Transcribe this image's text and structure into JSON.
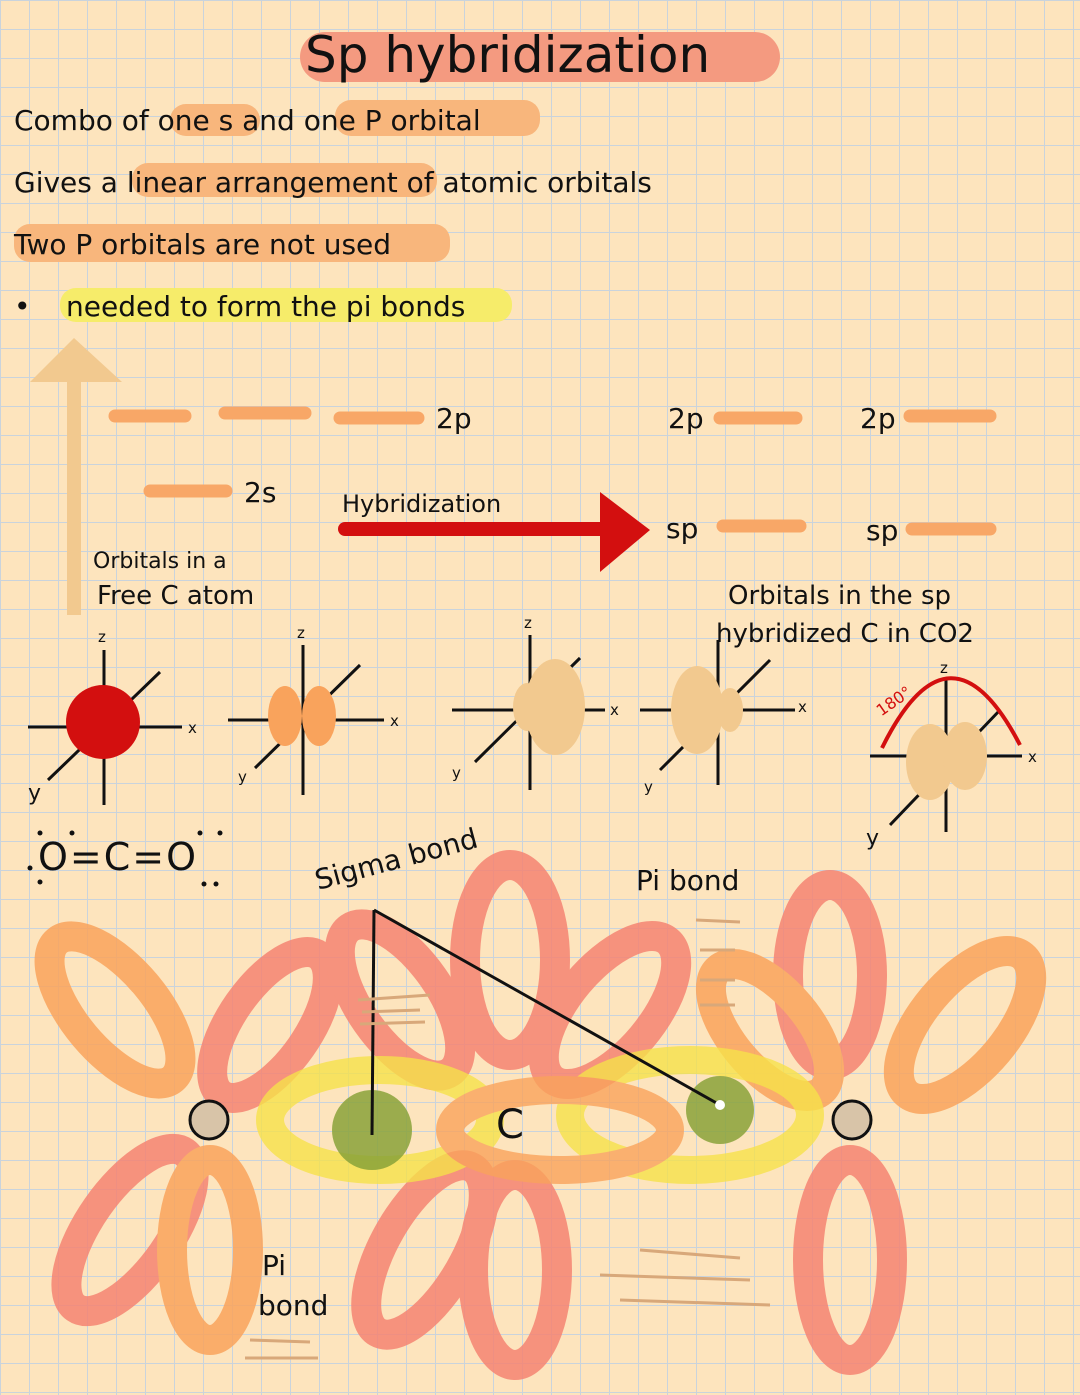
{
  "title": "Sp hybridization",
  "notes": [
    "Combo of one s and one P orbital",
    "Gives a linear arrangement of atomic orbitals",
    "Two P orbitals are not used",
    "needed to form the pi bonds"
  ],
  "energy_diagram": {
    "free_2p": "2p",
    "free_2s": "2s",
    "arrow_label": "Hybridization",
    "hyb_2p_a": "2p",
    "hyb_2p_b": "2p",
    "hyb_sp_a": "sp",
    "hyb_sp_b": "sp",
    "free_caption_1": "Orbitals in a",
    "free_caption_2": "Free C atom",
    "hyb_caption_1": "Orbitals in the sp",
    "hyb_caption_2": "hybridized C in CO2"
  },
  "axes": {
    "z": "z",
    "x": "x",
    "y": "y",
    "angle": "180°"
  },
  "structure": "O=C=O",
  "bond_diagram": {
    "sigma_label": "Sigma bond",
    "pi_label_top": "Pi bond",
    "pi_label_bottom_1": "Pi",
    "pi_label_bottom_2": "bond",
    "center_atom": "C"
  },
  "colors": {
    "highlight_orange": "#f7b27a",
    "highlight_yellow": "#f6ec6a",
    "title_highlight": "#f49a80",
    "arrow_red": "#d30f0f",
    "level_orange": "#f8a767",
    "lobe_red": "#f58472",
    "lobe_orange": "#f9a35c",
    "tan": "#f2c98f"
  }
}
